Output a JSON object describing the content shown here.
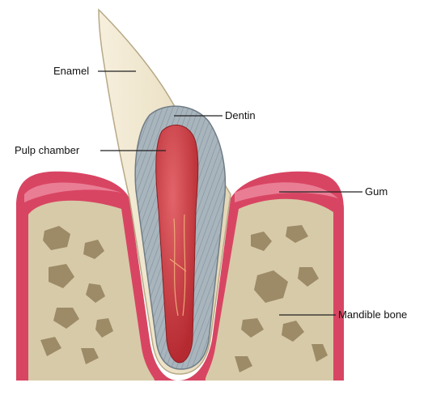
{
  "labels": {
    "enamel": "Enamel",
    "dentin": "Dentin",
    "pulp_chamber": "Pulp chamber",
    "gum": "Gum",
    "mandible_bone": "Mandible bone"
  },
  "colors": {
    "enamel": "#efe6cf",
    "enamel_edge": "#b7a987",
    "dentin": "#a9b5bd",
    "dentin_dark": "#6f7c86",
    "pulp": "#c9383c",
    "pulp_light": "#e2646a",
    "gum": "#d84563",
    "gum_light": "#ee8ba0",
    "bone": "#d7caa8",
    "bone_spot": "#8a7550"
  }
}
